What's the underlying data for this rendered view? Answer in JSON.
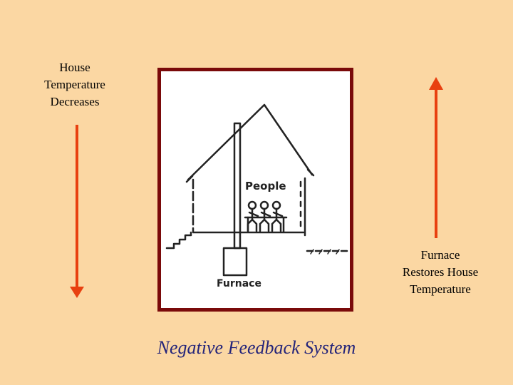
{
  "left_label": "House\nTemperature\nDecreases",
  "right_label": "Furnace\nRestores House\nTemperature",
  "drawing": {
    "people_label": "People",
    "furnace_label": "Furnace"
  },
  "caption": "Negative Feedback System",
  "colors": {
    "background": "#fbd7a3",
    "arrow": "#e84010",
    "frame": "#7a0a0a",
    "caption": "#25257a"
  }
}
